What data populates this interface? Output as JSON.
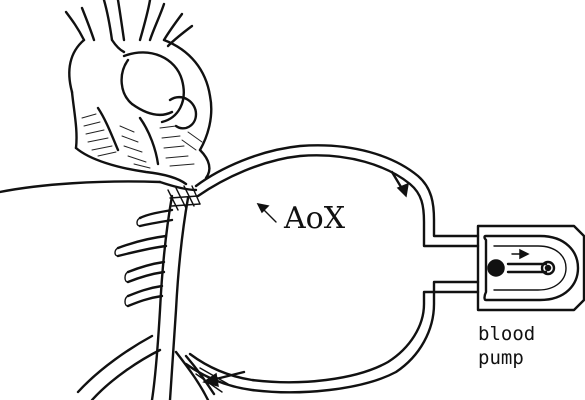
{
  "labels": {
    "aox": "AoX",
    "pump_line1": "blood",
    "pump_line2": "pump"
  },
  "colors": {
    "ink": "#111111",
    "background": "#ffffff"
  },
  "icons": {
    "aox_pointer": "arrow-icon",
    "upper_flow": "flow-arrow-down-icon",
    "lower_flow": "flow-arrow-left-icon",
    "pump_rotation": "rotation-arrow-icon"
  }
}
